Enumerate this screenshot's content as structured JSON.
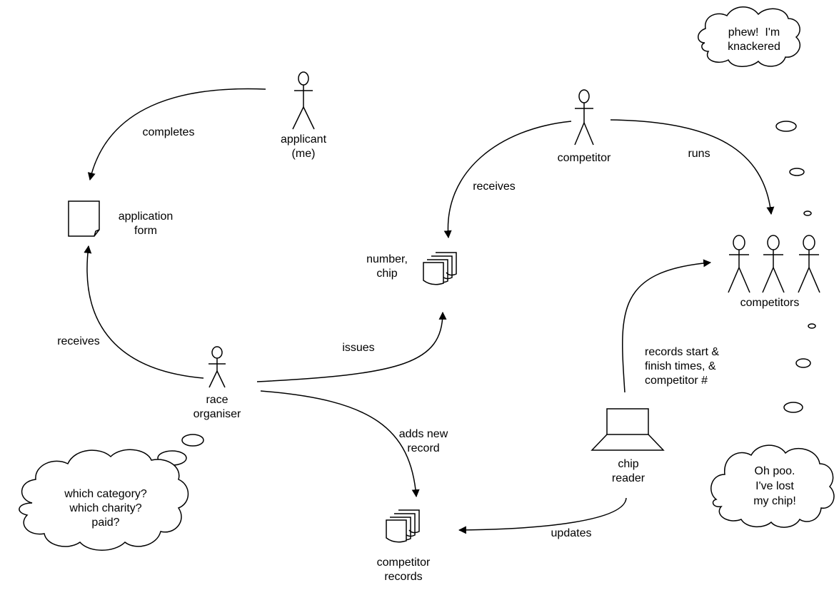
{
  "actors": {
    "applicant": "applicant\n(me)",
    "competitor": "competitor",
    "competitors": "competitors",
    "race_organiser": "race\norganiser",
    "chip_reader": "chip\nreader"
  },
  "artifacts": {
    "application_form": "application\nform",
    "number_chip": "number,\nchip",
    "competitor_records": "competitor\nrecords"
  },
  "relations": {
    "completes": "completes",
    "receives_form": "receives",
    "receives_number": "receives",
    "runs": "runs",
    "issues": "issues",
    "adds_new_record": "adds new\nrecord",
    "records_times": "records start &\nfinish times, &\ncompetitor #",
    "updates": "updates"
  },
  "thoughts": {
    "top_right": "phew!  I'm\nknackered",
    "organiser": "which category?\nwhich charity?\npaid?",
    "lost_chip": "Oh poo.\nI've lost\nmy chip!"
  }
}
